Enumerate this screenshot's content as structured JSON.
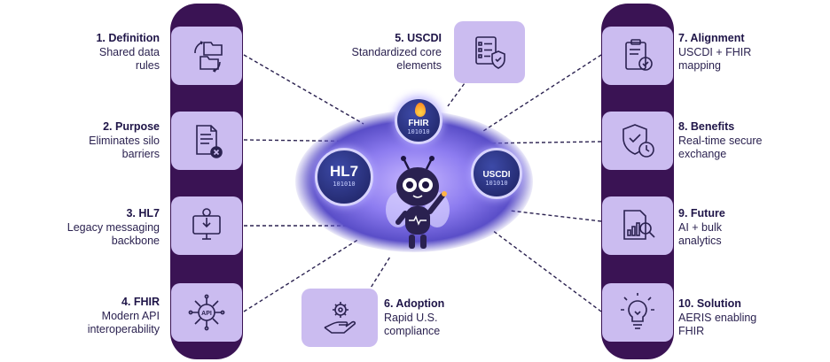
{
  "items": [
    {
      "num": "1. Definition",
      "lines": [
        "Shared data",
        "rules"
      ],
      "icon": "folder-sync-icon"
    },
    {
      "num": "2. Purpose",
      "lines": [
        "Eliminates silo",
        "barriers"
      ],
      "icon": "document-remove-icon"
    },
    {
      "num": "3. HL7",
      "lines": [
        "Legacy messaging",
        "backbone"
      ],
      "icon": "monitor-download-icon"
    },
    {
      "num": "4. FHIR",
      "lines": [
        "Modern API",
        "interoperability"
      ],
      "icon": "api-circuit-icon"
    },
    {
      "num": "5. USCDI",
      "lines": [
        "Standardized core",
        "elements"
      ],
      "icon": "checklist-shield-icon"
    },
    {
      "num": "6. Adoption",
      "lines": [
        "Rapid U.S.",
        "compliance"
      ],
      "icon": "hand-gear-icon"
    },
    {
      "num": "7. Alignment",
      "lines": [
        "USCDI + FHIR",
        "mapping"
      ],
      "icon": "clipboard-gear-icon"
    },
    {
      "num": "8. Benefits",
      "lines": [
        "Real-time secure",
        "exchange"
      ],
      "icon": "shield-clock-icon"
    },
    {
      "num": "9. Future",
      "lines": [
        "AI + bulk",
        "analytics"
      ],
      "icon": "report-magnifier-icon"
    },
    {
      "num": "10. Solution",
      "lines": [
        "AERIS enabling",
        "FHIR"
      ],
      "icon": "lightbulb-icon"
    }
  ],
  "hub": {
    "hl7_label": "HL7",
    "fhir_label": "FHIR",
    "uscdi_label": "USCDI",
    "binary": "101010"
  },
  "colors": {
    "pillar": "#3a1354",
    "tile": "#cbbcf0",
    "icon_stroke": "#2b2250",
    "text": "#2b2250",
    "glow": "#8d7cf0"
  }
}
